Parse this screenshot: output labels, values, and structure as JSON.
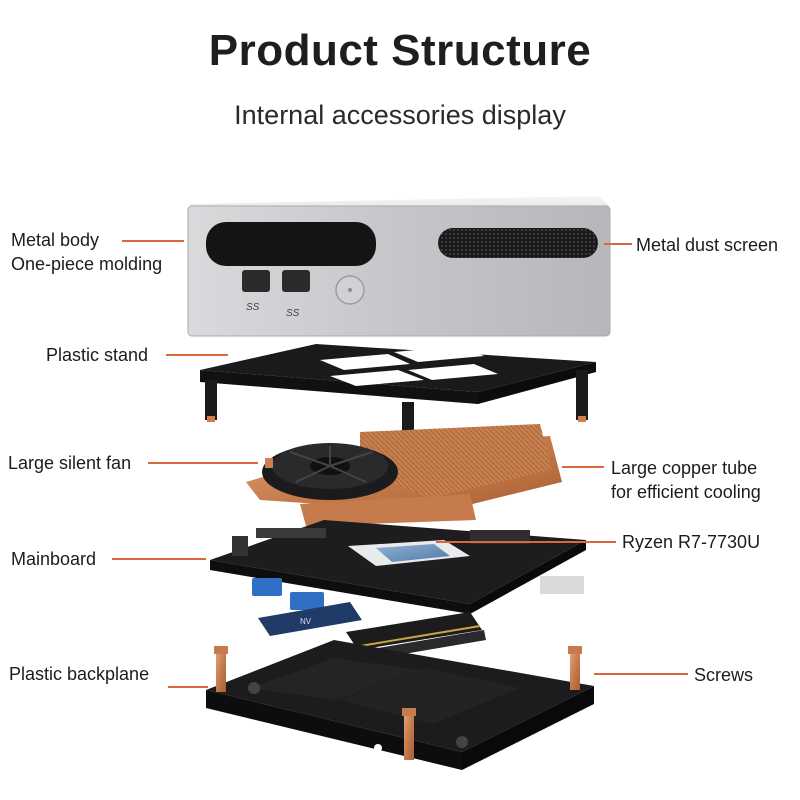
{
  "header": {
    "title": "Product Structure",
    "subtitle": "Internal accessories display"
  },
  "ports": {
    "usb_mark_1": "SS",
    "usb_mark_2": "SS",
    "m2_mark": "NV"
  },
  "callouts": {
    "metal_body_line1": "Metal body",
    "metal_body_line2": "One-piece molding",
    "metal_dust_screen": "Metal dust screen",
    "plastic_stand": "Plastic stand",
    "large_silent_fan": "Large silent fan",
    "copper_tube_line1": "Large copper tube",
    "copper_tube_line2": "for efficient cooling",
    "mainboard": "Mainboard",
    "cpu": "Ryzen R7-7730U",
    "plastic_backplane": "Plastic backplane",
    "screws": "Screws"
  },
  "colors": {
    "leader_line": "#d9683a",
    "copper": "#c87a4a",
    "chassis_silver": "#c9cbce",
    "board_black": "#1d1d1f"
  }
}
